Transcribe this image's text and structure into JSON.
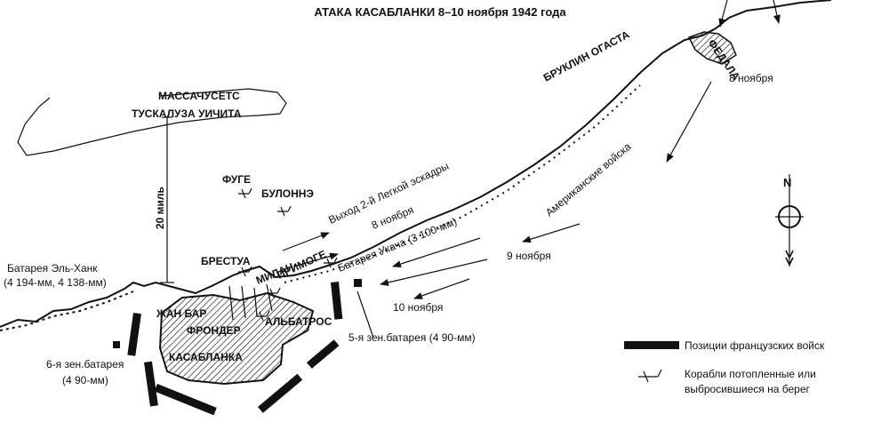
{
  "title": "АТАКА КАСАБЛАНКИ 8–10 ноября 1942 года",
  "ships": {
    "massachusetts": "МАССАЧУСЕТС",
    "tuscaloosa": "ТУСКАЛУЗА УИЧИТА",
    "brooklyn": "БРУКЛИН ОГАСТА",
    "fouge": "ФУГЕ",
    "boulonnais": "БУЛОННЭ",
    "brestois": "БРЕСТУА",
    "milan": "МИЛАН",
    "primauguet": "ПРИМОГЕ",
    "jean_bart": "ЖАН БАР",
    "frondeur": "ФРОНДЕР",
    "albatros": "АЛЬБАТРОС"
  },
  "places": {
    "casablanca": "КАСАБЛАНКА",
    "fedala": "ФЕДАЛА"
  },
  "batteries": {
    "el_hank_title": "Батарея Эль-Ханк",
    "el_hank_detail": "(4 194-мм, 4 138-мм)",
    "six_title": "6-я зен.батарея",
    "six_detail": "(4 90-мм)",
    "five": "5-я зен.батарея (4 90-мм)",
    "ukacha": "Батарея Укача (3 100-мм)"
  },
  "routes": {
    "squadron_exit": "Выход 2-й Легкой эскадры",
    "squadron_date": "8 ноября",
    "american_troops": "Американские войска",
    "nov8": "8 ноября",
    "nov9": "9 ноября",
    "nov10": "10 ноября"
  },
  "distance": "20 миль",
  "compass": {
    "north": "N"
  },
  "legend": {
    "positions": "Позиции французских войск",
    "sunk_line1": "Корабли потопленные или",
    "sunk_line2": "выбросившиеся на берег"
  }
}
